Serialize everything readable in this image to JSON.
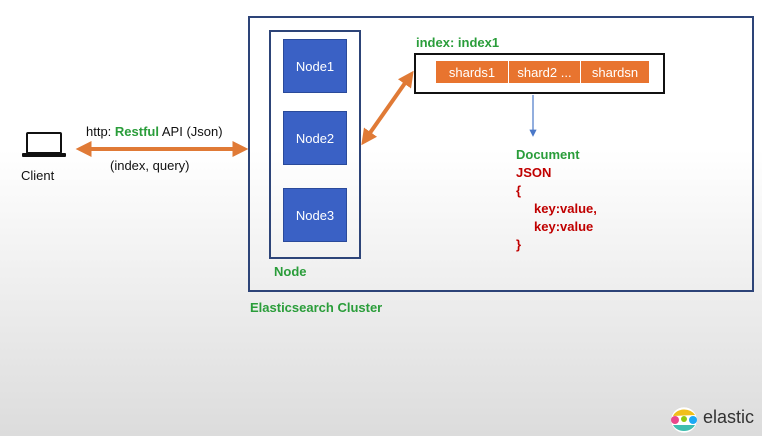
{
  "client": {
    "label": "Client",
    "icon": "laptop-icon"
  },
  "api_label": {
    "prefix": "http: ",
    "highlight": "Restful",
    "suffix": " API (Json)"
  },
  "params_label": "(index, query)",
  "cluster": {
    "label": "Elasticsearch Cluster"
  },
  "node_group": {
    "label": "Node",
    "nodes": [
      "Node1",
      "Node2",
      "Node3"
    ]
  },
  "index": {
    "label": "index: index1",
    "shards": [
      "shards1",
      "shard2 ...",
      "shardsn"
    ]
  },
  "document": {
    "title": "Document",
    "format": "JSON",
    "open_brace": "{",
    "lines": [
      "key:value,",
      "key:value"
    ],
    "close_brace": "}"
  },
  "logo": {
    "text": "elastic",
    "icon": "elastic-logo-icon"
  },
  "colors": {
    "green": "#2a9d3a",
    "red": "#c00000",
    "node_blue": "#3a61c5",
    "border_navy": "#2d4478",
    "shard_orange": "#e8742f",
    "arrow_orange": "#e07a36"
  }
}
